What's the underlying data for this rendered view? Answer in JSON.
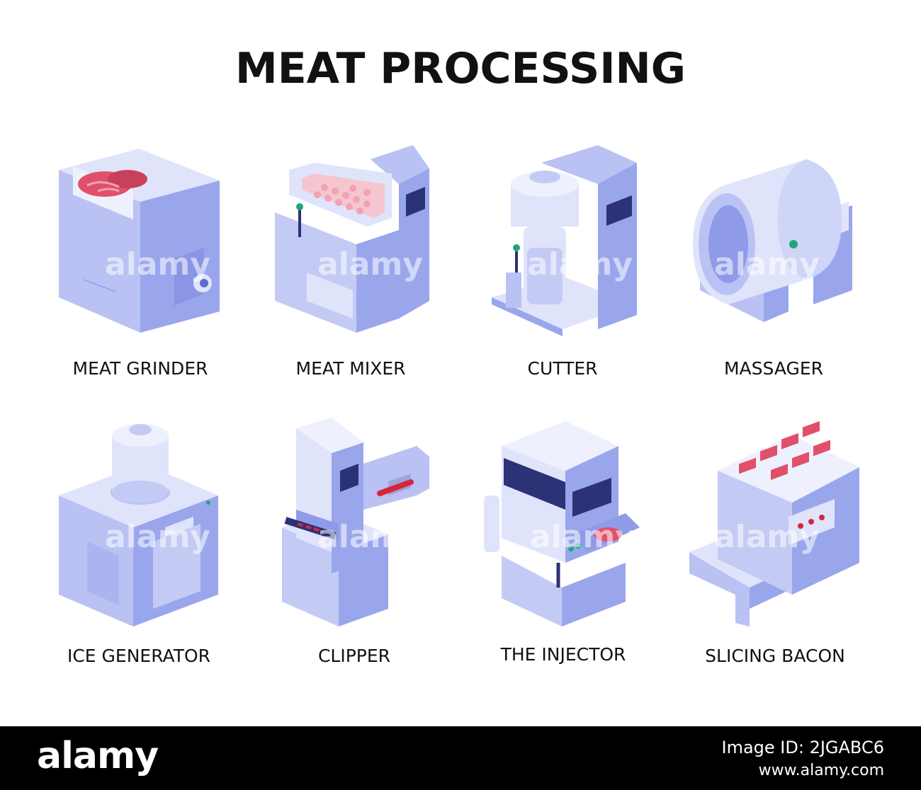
{
  "title": "MEAT PROCESSING",
  "colors": {
    "body_light": "#dfe4fb",
    "body_mid": "#b9c2f3",
    "body_dark": "#8f9be8",
    "screen": "#2b3275",
    "meat": "#e0506a",
    "meat_light": "#f2a3b2",
    "accent_green": "#1fa67a",
    "accent_red": "#d9243b"
  },
  "machines": [
    {
      "id": "meat-grinder",
      "label": "MEAT GRINDER",
      "icon": "meat-grinder-icon"
    },
    {
      "id": "meat-mixer",
      "label": "MEAT MIXER",
      "icon": "meat-mixer-icon"
    },
    {
      "id": "cutter",
      "label": "CUTTER",
      "icon": "cutter-icon"
    },
    {
      "id": "massager",
      "label": "MASSAGER",
      "icon": "massager-icon"
    },
    {
      "id": "ice-generator",
      "label": "ICE GENERATOR",
      "icon": "ice-generator-icon"
    },
    {
      "id": "clipper",
      "label": "CLIPPER",
      "icon": "clipper-icon"
    },
    {
      "id": "injector",
      "label": "THE INJECTOR",
      "icon": "injector-icon"
    },
    {
      "id": "slicing-bacon",
      "label": "SLICING BACON",
      "icon": "slicing-bacon-icon"
    }
  ],
  "watermark_text": "alamy",
  "footer": {
    "logo": "alamy",
    "image_id": "Image ID: 2JGABC6",
    "url": "www.alamy.com"
  }
}
